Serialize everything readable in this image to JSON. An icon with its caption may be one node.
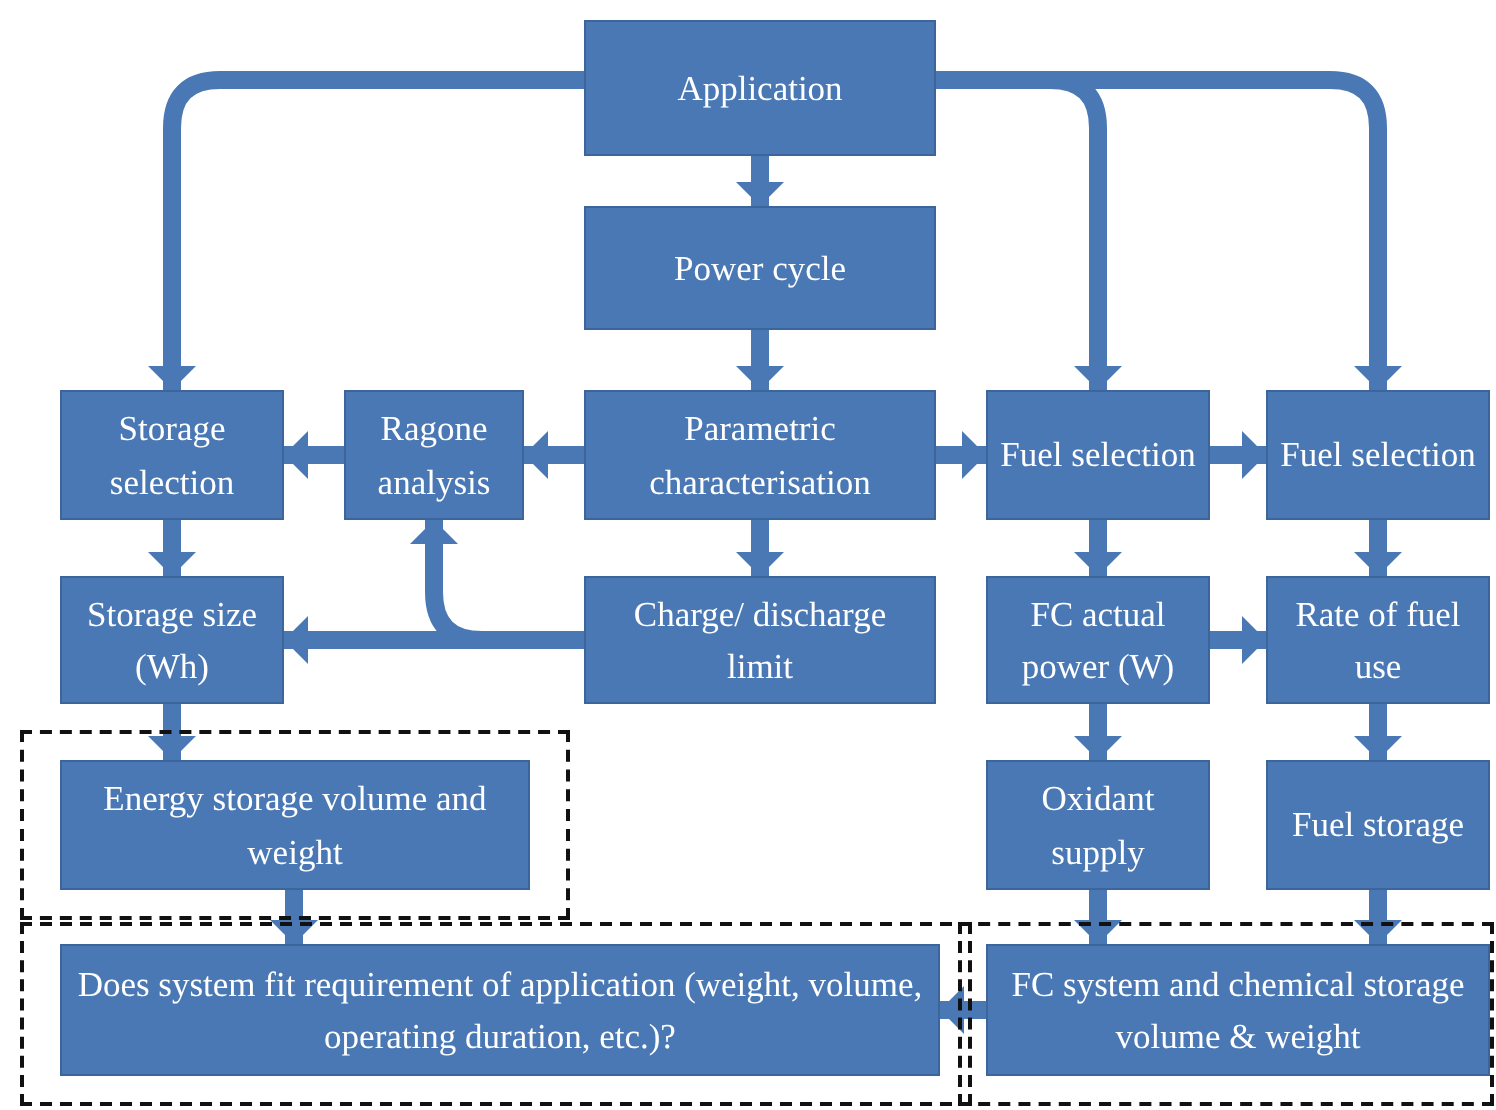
{
  "diagram": {
    "nodes": [
      {
        "text": [
          "Application"
        ]
      },
      {
        "text": [
          "Power cycle"
        ]
      },
      {
        "text": [
          "Storage selection"
        ]
      },
      {
        "text": [
          "Ragone analysis"
        ]
      },
      {
        "text": [
          "Parametric characterisation"
        ]
      },
      {
        "text": [
          "Fuel selection"
        ]
      },
      {
        "text": [
          "Fuel selection"
        ]
      },
      {
        "text": [
          "Storage size (Wh)"
        ]
      },
      {
        "text": [
          "Charge/ discharge limit"
        ]
      },
      {
        "text": [
          "FC actual power (W)"
        ]
      },
      {
        "text": [
          "Rate of fuel use"
        ]
      },
      {
        "text": [
          "Energy storage volume and weight"
        ]
      },
      {
        "text": [
          "Oxidant supply"
        ]
      },
      {
        "text": [
          "Fuel storage"
        ]
      },
      {
        "text": [
          "Does system fit requirement of application (weight, volume, operating duration, etc.)?"
        ]
      },
      {
        "text": [
          "FC system and chemical storage volume & weight"
        ]
      }
    ],
    "edges": [
      {
        "from": 0,
        "to": 1,
        "arrow": "to"
      },
      {
        "from": 0,
        "to": 2,
        "arrow": "to"
      },
      {
        "from": 0,
        "to": 5,
        "arrow": "to"
      },
      {
        "from": 0,
        "to": 6,
        "arrow": "to"
      },
      {
        "from": 1,
        "to": 4,
        "arrow": "to"
      },
      {
        "from": 4,
        "to": 3,
        "arrow": "to"
      },
      {
        "from": 3,
        "to": 2,
        "arrow": "to"
      },
      {
        "from": 4,
        "to": 5,
        "arrow": "to"
      },
      {
        "from": 5,
        "to": 6,
        "arrow": "to"
      },
      {
        "from": 4,
        "to": 8,
        "arrow": "to"
      },
      {
        "from": 2,
        "to": 7,
        "arrow": "to"
      },
      {
        "from": 8,
        "to": 7,
        "arrow": "to"
      },
      {
        "from": 8,
        "to": 3,
        "arrow": "to"
      },
      {
        "from": 5,
        "to": 9,
        "arrow": "to"
      },
      {
        "from": 9,
        "to": 10,
        "arrow": "to"
      },
      {
        "from": 6,
        "to": 10,
        "arrow": "to"
      },
      {
        "from": 9,
        "to": 12,
        "arrow": "to"
      },
      {
        "from": 10,
        "to": 13,
        "arrow": "to"
      },
      {
        "from": 7,
        "to": 11,
        "arrow": "to"
      },
      {
        "from": 11,
        "to": 14,
        "arrow": "to"
      },
      {
        "from": 12,
        "to": 15,
        "arrow": "to"
      },
      {
        "from": 13,
        "to": 15,
        "arrow": "to"
      },
      {
        "from": 15,
        "to": 14,
        "arrow": "to"
      }
    ]
  }
}
